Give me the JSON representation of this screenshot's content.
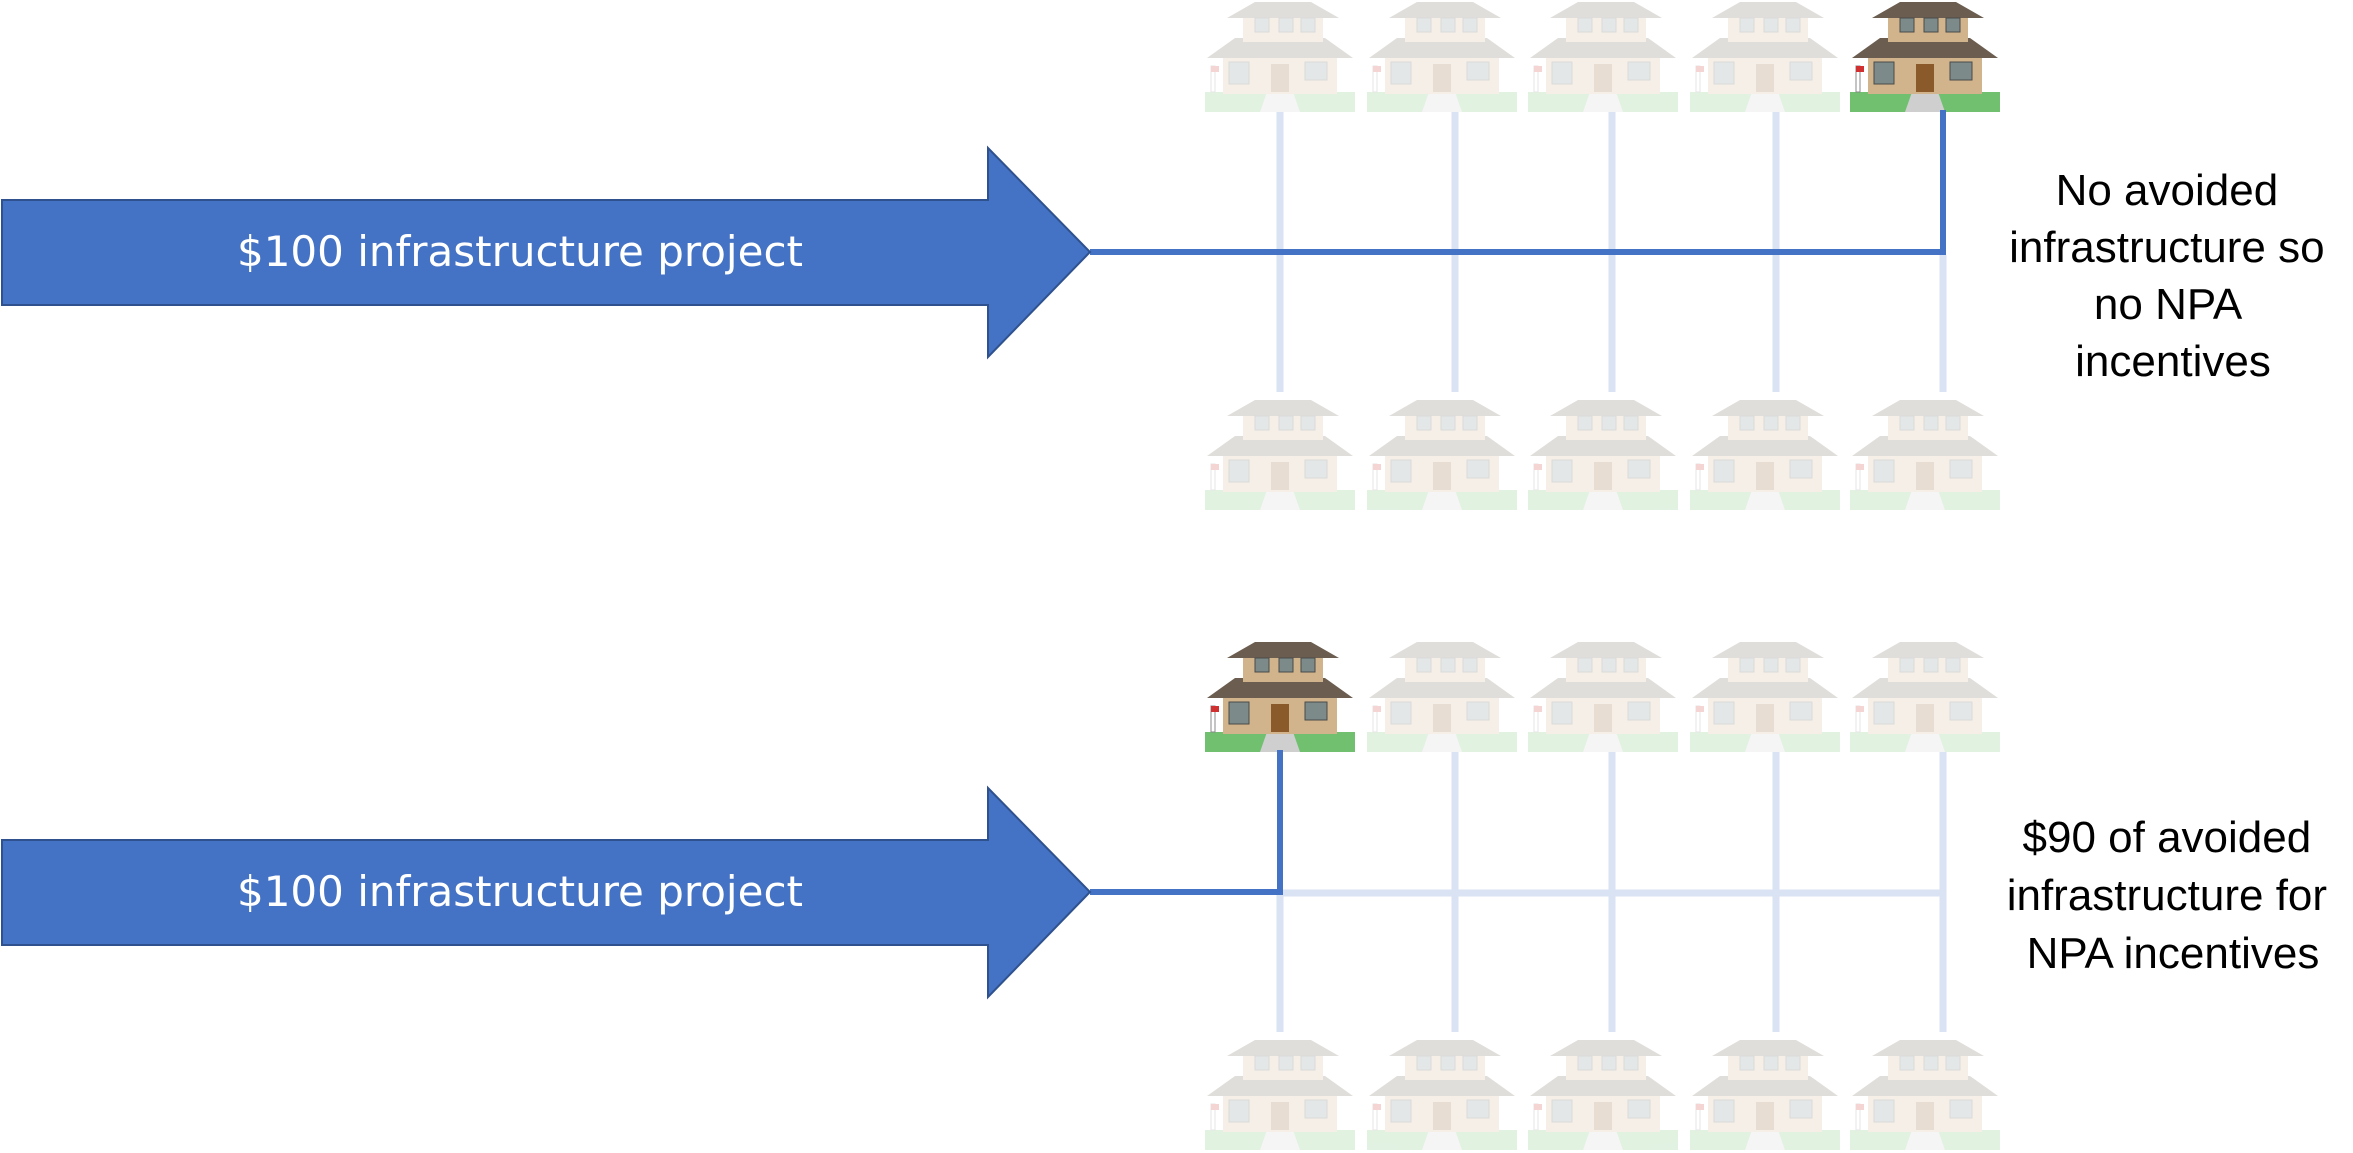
{
  "colors": {
    "arrow_fill": "#4472c4",
    "arrow_stroke": "#2f528f",
    "active_line": "#4472c4",
    "faded_line": "#dae3f3",
    "arrow_text": "#ffffff",
    "note_text": "#000000",
    "house_wall": "#d2b48c",
    "house_roof": "#6b5d4f",
    "lawn": "#70c070"
  },
  "scenarios": [
    {
      "arrow_label": "$100 infrastructure project",
      "note_lines": [
        "No avoided",
        "infrastructure so",
        "no NPA",
        "incentives"
      ],
      "active_house": "top row, house 5",
      "icon": "house-icon"
    },
    {
      "arrow_label": "$100 infrastructure project",
      "note_lines": [
        "$90 of avoided",
        "infrastructure for",
        "NPA incentives"
      ],
      "active_house": "top row, house 1",
      "icon": "house-icon"
    }
  ]
}
